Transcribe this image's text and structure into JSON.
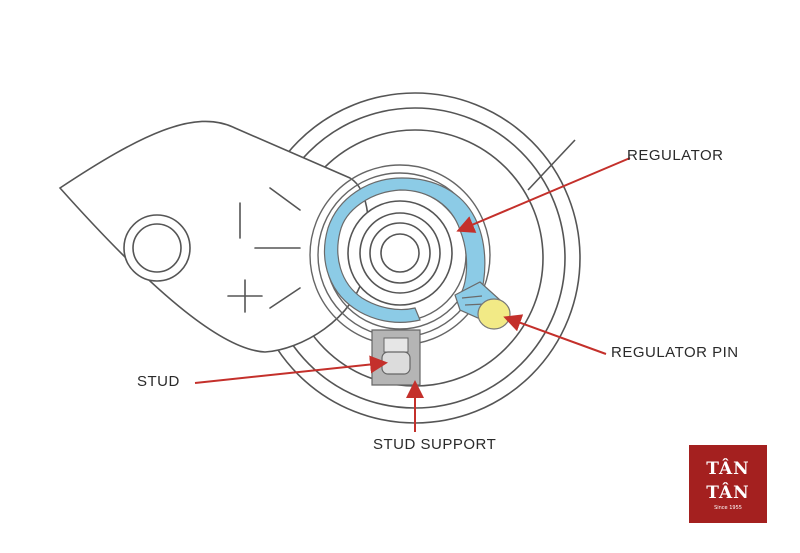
{
  "labels": {
    "regulator": "REGULATOR",
    "regulator_pin": "REGULATOR PIN",
    "stud": "STUD",
    "stud_support": "STUD SUPPORT"
  },
  "logo": {
    "line1": "TÂN",
    "line2": "TÂN",
    "tagline": "Since 1955"
  },
  "colors": {
    "regulator": "#8ccbe6",
    "regulator_pin": "#f2ea86",
    "arrow": "#c4302b",
    "line": "#555555",
    "logo_bg": "#a4201f"
  }
}
